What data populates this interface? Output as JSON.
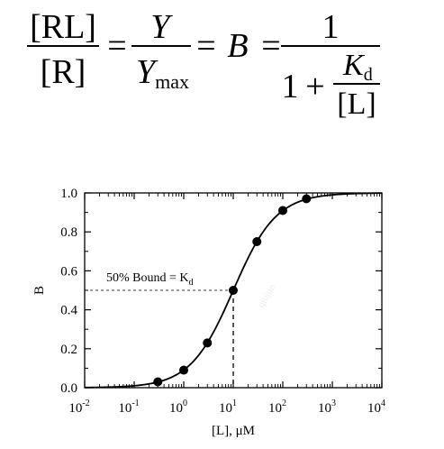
{
  "equation": {
    "lhs_numerator": "[RL]",
    "lhs_denominator": "[R]",
    "equals": "=",
    "y": "Y",
    "y_max_base": "Y",
    "y_max_sub": "max",
    "b": "B",
    "one": "1",
    "plus": "+",
    "kd_base": "K",
    "kd_sub": "d",
    "ligand": "[L]"
  },
  "watermark": "qiujun",
  "chart_data": {
    "type": "line",
    "xscale": "log",
    "xlabel": "[L], μM",
    "ylabel": "B",
    "xlim": [
      0.01,
      10000
    ],
    "ylim": [
      0,
      1.0
    ],
    "grid": false,
    "x_ticks": [
      {
        "base": "10",
        "exp": "-2",
        "value": 0.01
      },
      {
        "base": "10",
        "exp": "-1",
        "value": 0.1
      },
      {
        "base": "10",
        "exp": "0",
        "value": 1
      },
      {
        "base": "10",
        "exp": "1",
        "value": 10
      },
      {
        "base": "10",
        "exp": "2",
        "value": 100
      },
      {
        "base": "10",
        "exp": "3",
        "value": 1000
      },
      {
        "base": "10",
        "exp": "4",
        "value": 10000
      }
    ],
    "y_ticks": [
      "0.0",
      "0.2",
      "0.4",
      "0.6",
      "0.8",
      "1.0"
    ],
    "kd": 10,
    "points": [
      {
        "x": 0.3,
        "y": 0.03
      },
      {
        "x": 1,
        "y": 0.09
      },
      {
        "x": 3,
        "y": 0.23
      },
      {
        "x": 10,
        "y": 0.5
      },
      {
        "x": 30,
        "y": 0.75
      },
      {
        "x": 100,
        "y": 0.91
      },
      {
        "x": 300,
        "y": 0.97
      }
    ],
    "annotation": {
      "text": "50% Bound = K",
      "sub": "d",
      "x": 10,
      "y": 0.5
    }
  }
}
